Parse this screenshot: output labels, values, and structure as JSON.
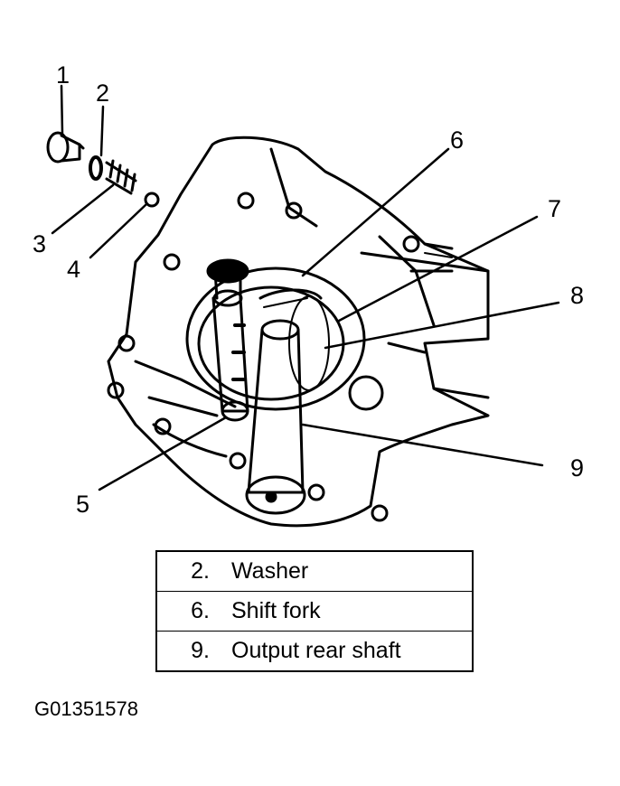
{
  "callouts": [
    "1",
    "2",
    "3",
    "4",
    "5",
    "6",
    "7",
    "8",
    "9"
  ],
  "legend": [
    {
      "num": "2.",
      "label": "Washer"
    },
    {
      "num": "6.",
      "label": "Shift fork"
    },
    {
      "num": "9.",
      "label": "Output rear shaft"
    }
  ],
  "figure_id": "G01351578"
}
